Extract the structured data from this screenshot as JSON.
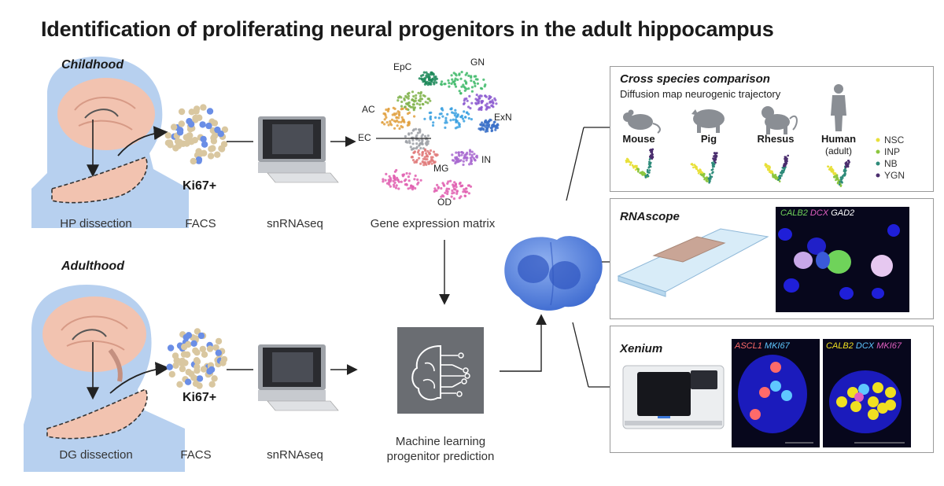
{
  "title": "Identification of proliferating neural progenitors in the adult hippocampus",
  "childhood": {
    "phase": "Childhood",
    "dissection": "HP dissection",
    "marker": "Ki67+",
    "sort": "FACS",
    "seq": "snRNAseq",
    "matrix": "Gene expression matrix"
  },
  "adulthood": {
    "phase": "Adulthood",
    "dissection": "DG dissection",
    "marker": "Ki67+",
    "sort": "FACS",
    "seq": "snRNAseq"
  },
  "umap_labels": [
    "EpC",
    "GN",
    "AC",
    "ExN",
    "EC",
    "IN",
    "MG",
    "OD"
  ],
  "ml": {
    "line1": "Machine learning",
    "line2": "progenitor prediction"
  },
  "cross_species": {
    "title": "Cross species comparison",
    "subtitle": "Diffusion map neurogenic trajectory",
    "species": [
      "Mouse",
      "Pig",
      "Rhesus",
      "Human"
    ],
    "human_note": "(adult)",
    "legend": [
      {
        "label": "NSC",
        "color": "#e8e03a"
      },
      {
        "label": "INP",
        "color": "#8cc63f"
      },
      {
        "label": "NB",
        "color": "#2e8b7a"
      },
      {
        "label": "YGN",
        "color": "#4b2e6e"
      }
    ]
  },
  "rnascope": {
    "title": "RNAscope",
    "channels": [
      {
        "label": "CALB2",
        "color": "#6fd35a"
      },
      {
        "label": "DCX",
        "color": "#e05fc0"
      },
      {
        "label": "GAD2",
        "color": "#ffffff"
      }
    ]
  },
  "xenium": {
    "title": "Xenium",
    "panel1": [
      {
        "label": "ASCL1",
        "color": "#ff6a6a"
      },
      {
        "label": "MKI67",
        "color": "#5fc7ff"
      }
    ],
    "panel2": [
      {
        "label": "CALB2",
        "color": "#f0e020"
      },
      {
        "label": "DCX",
        "color": "#5fc7ff"
      },
      {
        "label": "MKI67",
        "color": "#e05fc0"
      }
    ]
  },
  "colors": {
    "brain": "#f2c3b0",
    "head": "#aac8ec",
    "cell": "#5b86e0",
    "nucleus_blue": "#1f1fd8",
    "ml_box": "#6a6d72"
  }
}
